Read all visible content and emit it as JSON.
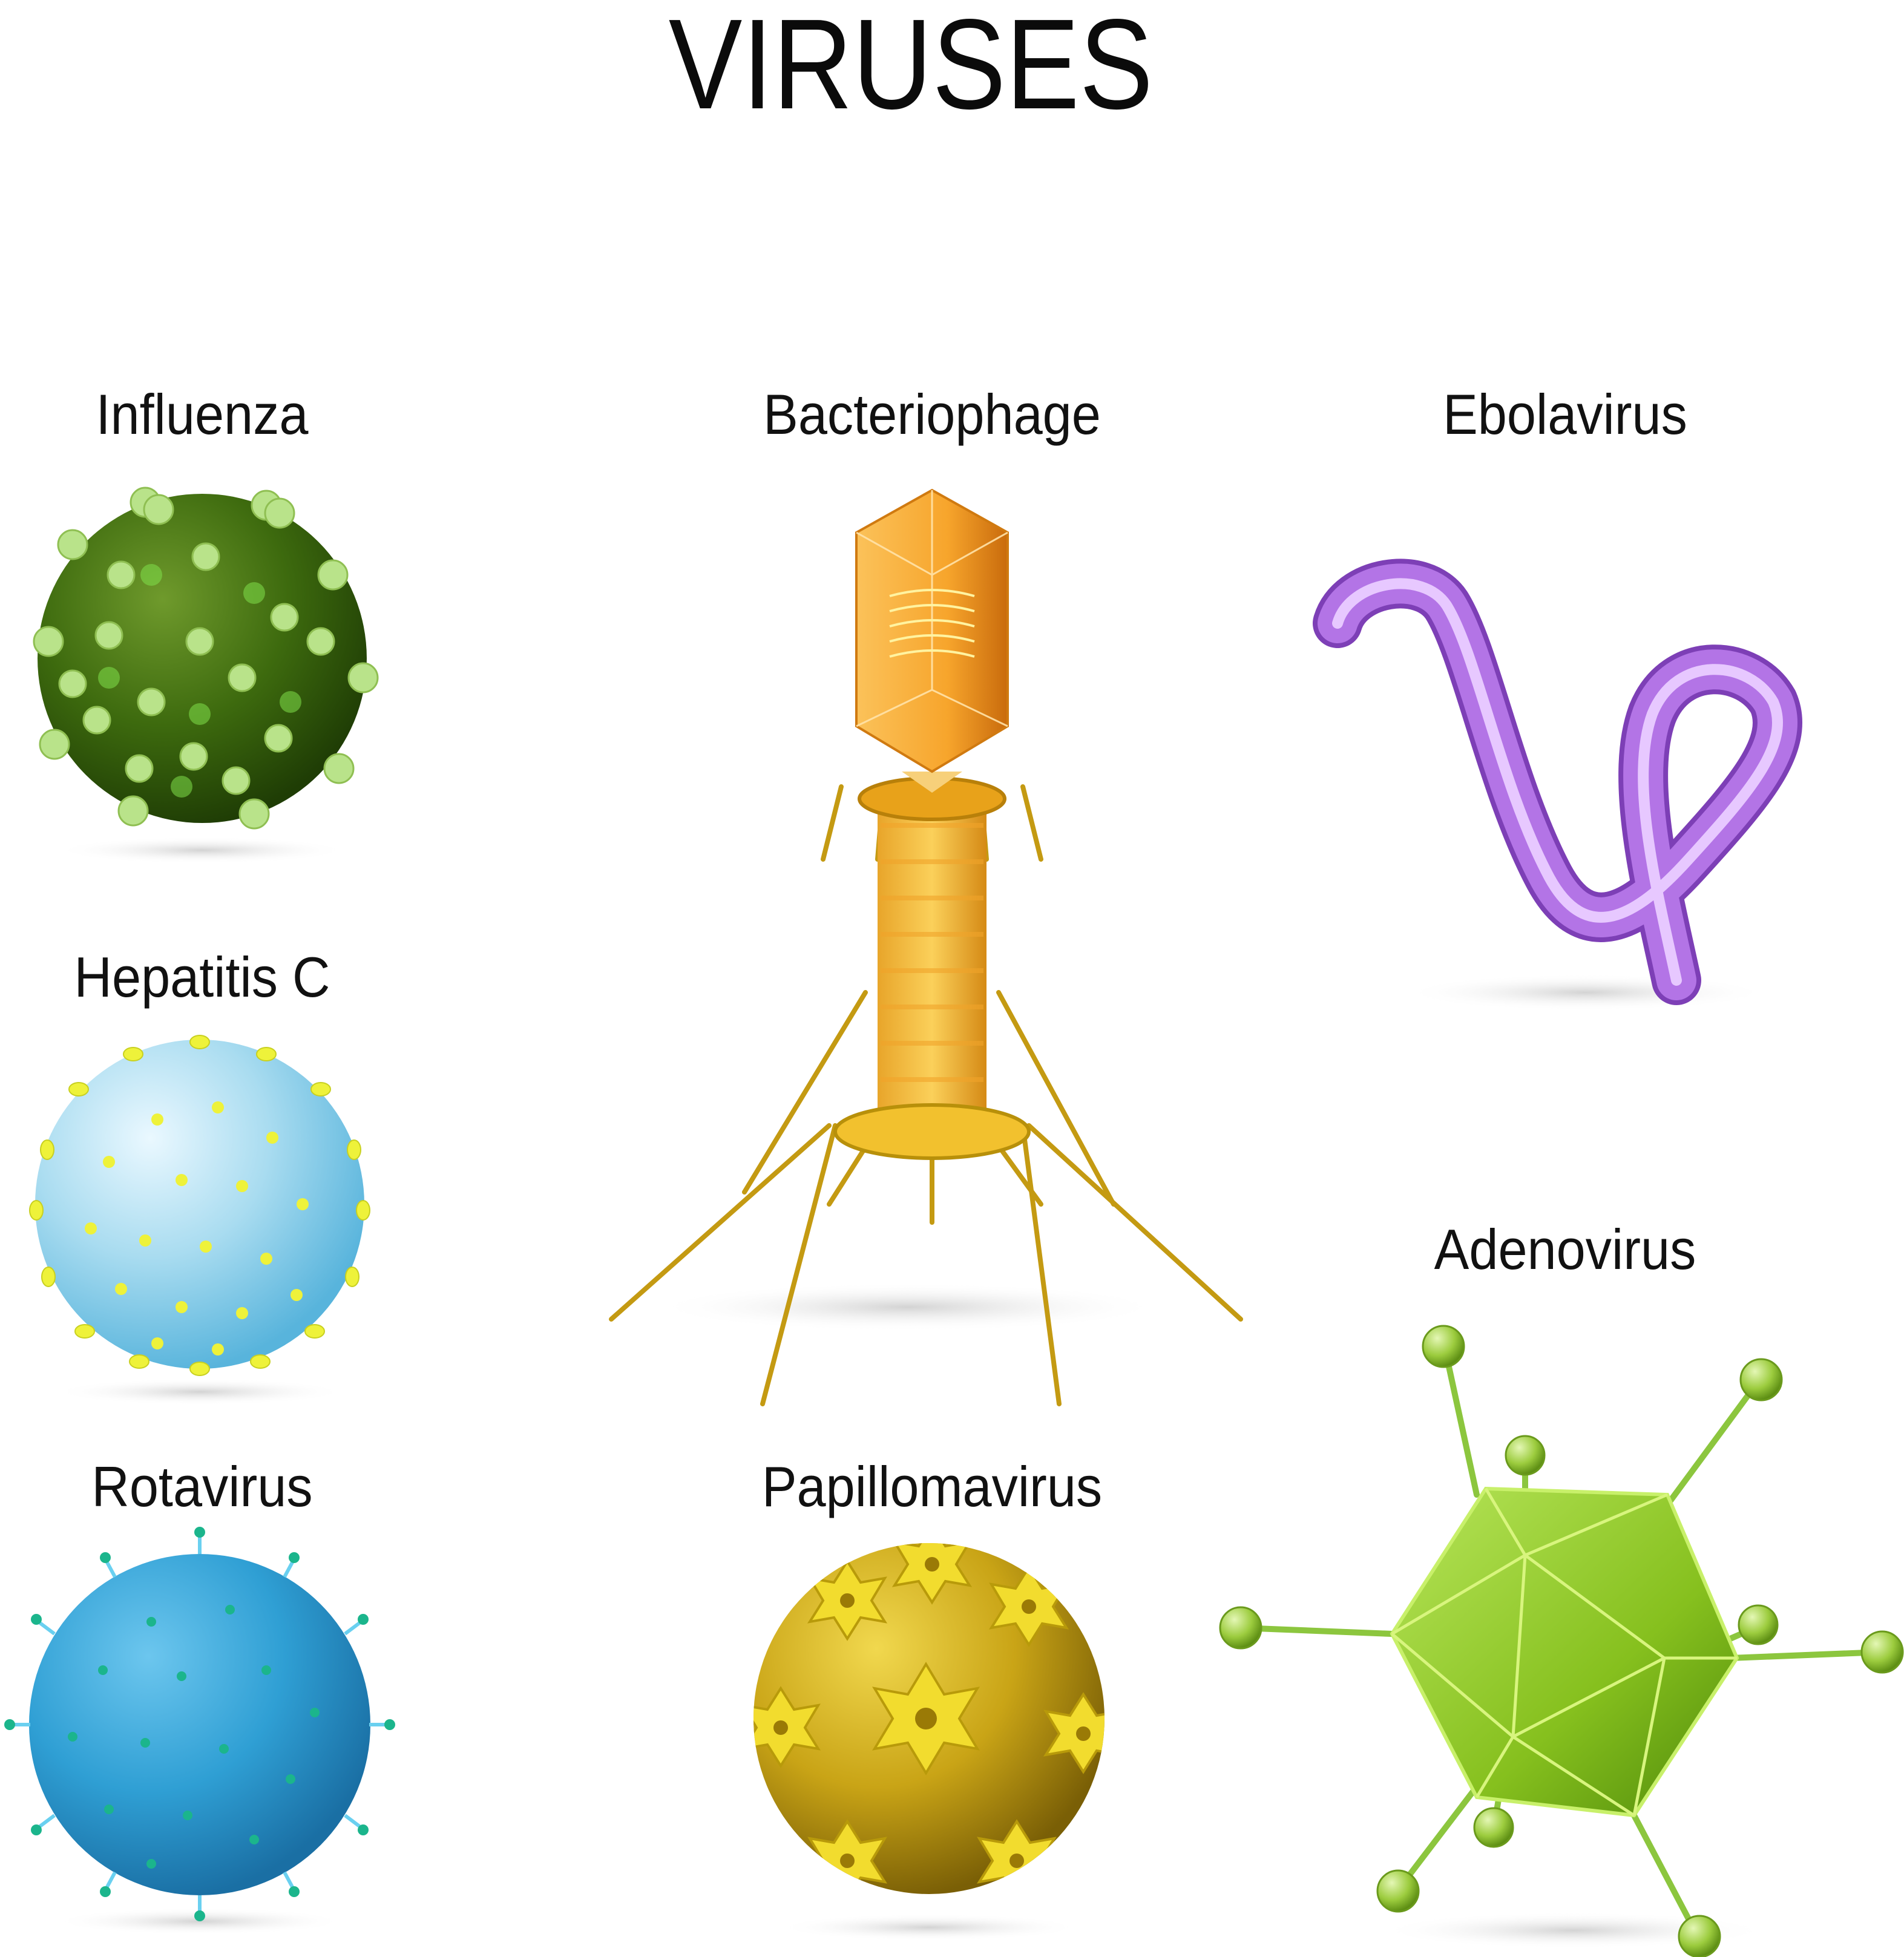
{
  "title": "VIRUSES",
  "labels": {
    "influenza": "Influenza",
    "bacteriophage": "Bacteriophage",
    "ebolavirus": "Ebolavirus",
    "hepatitis_c": "Hepatitis C",
    "adenovirus": "Adenovirus",
    "rotavirus": "Rotavirus",
    "papillomavirus": "Papillomavirus"
  },
  "colors": {
    "influenza": "#3d6a0e",
    "influenza_spikes": "#b9e38a",
    "hepatitis_c": "#a9dcf0",
    "hepatitis_c_spikes": "#eef23a",
    "rotavirus": "#2f9fd4",
    "rotavirus_spikes": "#1bb58c",
    "bacteriophage_head": "#f7a52c",
    "bacteriophage_legs": "#c49a12",
    "ebolavirus": "#b374e6",
    "adenovirus": "#86c01e",
    "papillomavirus": "#d4ad1a",
    "papillomavirus_capsomeres": "#f2dc2e"
  }
}
